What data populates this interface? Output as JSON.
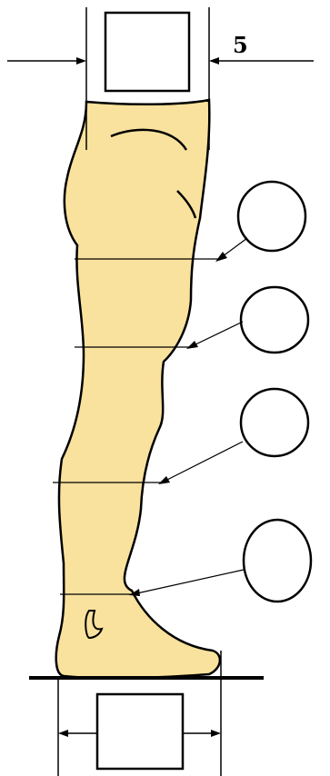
{
  "diagram": {
    "title": "",
    "labels": {
      "top_width_dimension": "5"
    },
    "boxes": {
      "top_box_text": "",
      "bottom_box_text": ""
    },
    "circles": [
      {
        "name": "thigh-circle",
        "text": ""
      },
      {
        "name": "knee-circle",
        "text": ""
      },
      {
        "name": "calf-circle",
        "text": ""
      },
      {
        "name": "ankle-circle",
        "text": ""
      }
    ],
    "colors": {
      "leg_fill": "#f9e29d",
      "line": "#000000",
      "background": "#ffffff"
    }
  }
}
